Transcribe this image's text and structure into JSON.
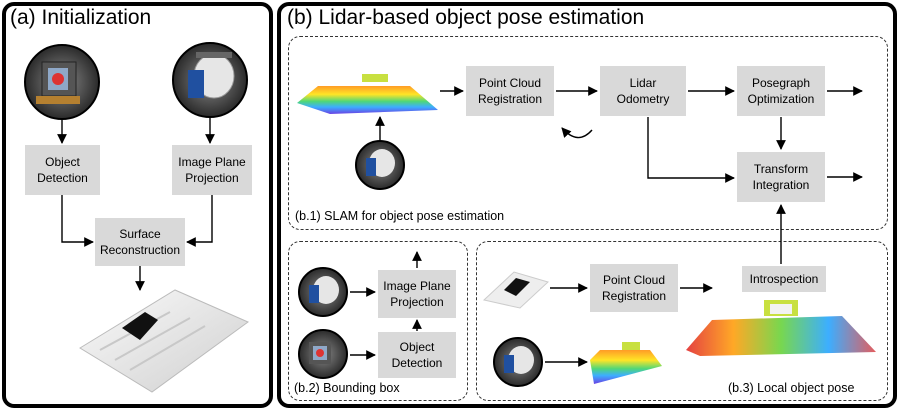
{
  "panel_a": {
    "title": "(a) Initialization",
    "boxes": {
      "object_detection": "Object\nDetection",
      "image_plane_projection": "Image Plane\nProjection",
      "surface_reconstruction": "Surface\nReconstruction"
    }
  },
  "panel_b": {
    "title": "(b) Lidar-based object pose estimation",
    "b1": {
      "caption": "(b.1) SLAM for object pose estimation",
      "boxes": {
        "point_cloud_registration": "Point Cloud\nRegistration",
        "lidar_odometry": "Lidar\nOdometry",
        "posegraph_optimization": "Posegraph\nOptimization",
        "transform_integration": "Transform\nIntegration"
      }
    },
    "b2": {
      "caption": "(b.2) Bounding box",
      "boxes": {
        "image_plane_projection": "Image Plane\nProjection",
        "object_detection": "Object\nDetection"
      }
    },
    "b3": {
      "caption": "(b.3) Local object pose",
      "boxes": {
        "point_cloud_registration": "Point Cloud\nRegistration",
        "introspection": "Introspection"
      }
    }
  },
  "colors": {
    "box_fill": "#d9d9d9",
    "border": "#000000",
    "dash": "#333333"
  }
}
